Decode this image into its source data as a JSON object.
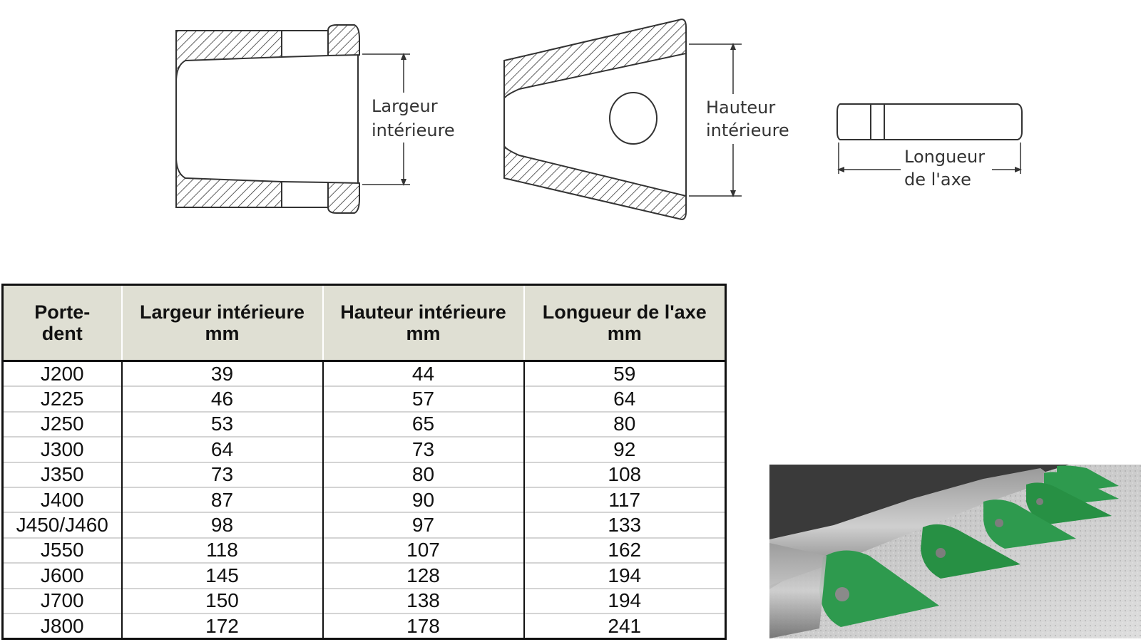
{
  "diagrams": {
    "label_largeur": [
      "Largeur",
      "intérieure"
    ],
    "label_hauteur": [
      "Hauteur",
      "intérieure"
    ],
    "label_longueur": [
      "Longueur",
      "de l'axe"
    ]
  },
  "table": {
    "headers": [
      [
        "Porte-",
        "dent"
      ],
      [
        "Largeur intérieure",
        "mm"
      ],
      [
        "Hauteur intérieure",
        "mm"
      ],
      [
        "Longueur de l'axe",
        "mm"
      ]
    ],
    "rows": [
      [
        "J200",
        "39",
        "44",
        "59"
      ],
      [
        "J225",
        "46",
        "57",
        "64"
      ],
      [
        "J250",
        "53",
        "65",
        "80"
      ],
      [
        "J300",
        "64",
        "73",
        "92"
      ],
      [
        "J350",
        "73",
        "80",
        "108"
      ],
      [
        "J400",
        "87",
        "90",
        "117"
      ],
      [
        "J450/J460",
        "98",
        "97",
        "133"
      ],
      [
        "J550",
        "118",
        "107",
        "162"
      ],
      [
        "J600",
        "145",
        "128",
        "194"
      ],
      [
        "J700",
        "150",
        "138",
        "194"
      ],
      [
        "J800",
        "172",
        "178",
        "241"
      ]
    ]
  },
  "photo": {
    "accent_color": "#2e9a4e"
  }
}
